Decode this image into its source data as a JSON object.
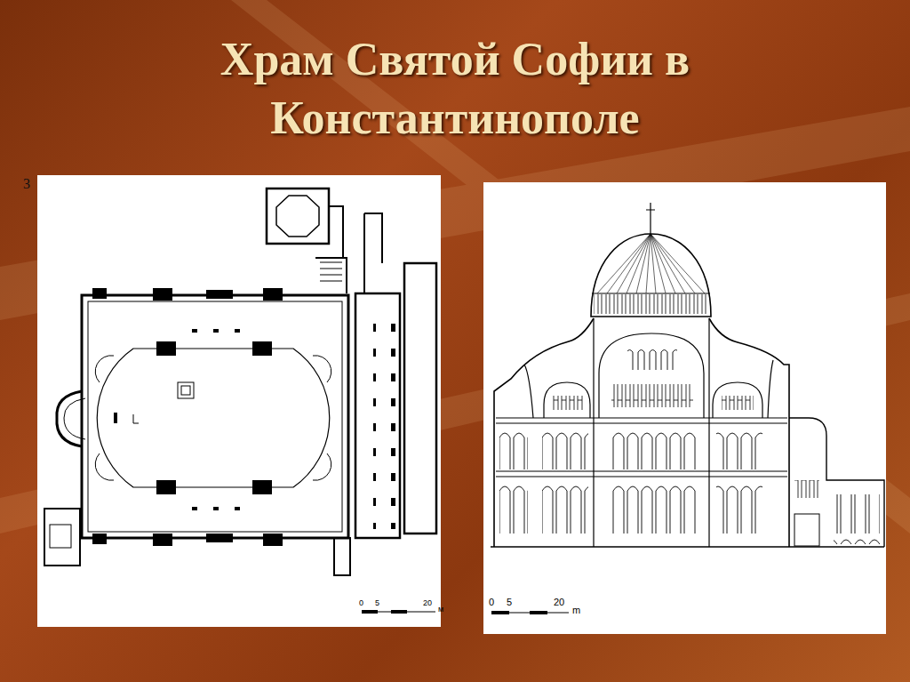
{
  "diagram": {
    "title": "Храм Святой Софии в Константинополе",
    "labels": [
      "3",
      "0",
      "5",
      "20",
      "м",
      "0",
      "5",
      "20",
      "m"
    ]
  }
}
